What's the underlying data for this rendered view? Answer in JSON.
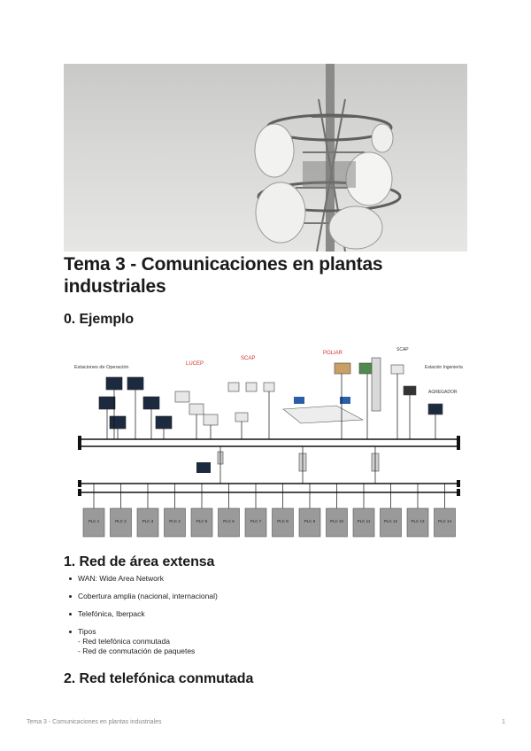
{
  "document": {
    "title": "Tema 3 - Comunicaciones en plantas industriales",
    "sections": [
      {
        "heading": "0. Ejemplo"
      },
      {
        "heading": "1. Red de área extensa",
        "bullets": [
          {
            "text": "WAN: Wide Area Network"
          },
          {
            "text": "Cobertura amplia (nacional, internacional)"
          },
          {
            "text": "Telefónica, Iberpack"
          },
          {
            "text": "Tipos",
            "sub": [
              "- Red telefónica conmutada",
              "- Red de conmutación de paquetes"
            ]
          }
        ]
      },
      {
        "heading": "2. Red telefónica conmutada"
      }
    ]
  },
  "diagram": {
    "labels": {
      "estaciones": "Estaciones de Operación",
      "lucep": "LUCEP",
      "scap": "SCAP",
      "poliar": "POLIAR",
      "scap_right": "SCAP",
      "estacion_ingenieria": "Estación Ingeniería",
      "agregador": "AGREGADOR"
    },
    "plc_labels": [
      "PLC 1",
      "PLC 2",
      "PLC 3",
      "PLC 4",
      "PLC 5",
      "PLC 6",
      "PLC 7",
      "PLC 8",
      "PLC 9",
      "PLC 10",
      "PLC 11",
      "PLC 12",
      "PLC 13",
      "PLC 14"
    ]
  },
  "footer": {
    "left": "Tema 3 - Comunicaciones en plantas industriales",
    "page": "1"
  }
}
